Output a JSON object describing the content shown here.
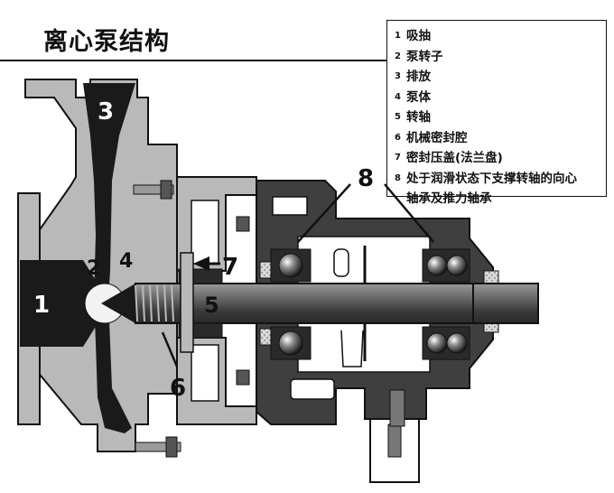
{
  "title": "离心泵结构",
  "legend": [
    {
      "num": "1",
      "text": "吸抽"
    },
    {
      "num": "2",
      "text": "泵转子"
    },
    {
      "num": "3",
      "text": "排放"
    },
    {
      "num": "4",
      "text": "泵体"
    },
    {
      "num": "5",
      "text": "转轴"
    },
    {
      "num": "6",
      "text": "机械密封腔"
    },
    {
      "num": "7",
      "text": "密封压盖(法兰盘)"
    },
    {
      "num": "8",
      "text": "处于润滑状态下支撑转轴的向心",
      "text2": "轴承及推力轴承"
    }
  ],
  "callouts": {
    "c1": "1",
    "c2": "2",
    "c3": "3",
    "c4": "4",
    "c5": "5",
    "c6": "6",
    "c7": "7",
    "c8": "8"
  },
  "colors": {
    "casing": "#b9b9b9",
    "dark": "#1a1a1a",
    "housing": "#3f3f3f",
    "shaft": "#555555"
  }
}
